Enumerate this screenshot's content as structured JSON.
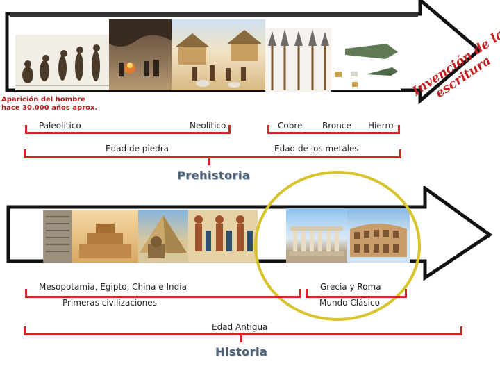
{
  "prehistory": {
    "origin_line1": "Aparición del hombre",
    "origin_line2": "hace 30.000 años aprox.",
    "writing_line1": "Invención de la",
    "writing_line2": "escritura",
    "periods": [
      "Paleolítico",
      "Neolítico",
      "Cobre",
      "Bronce",
      "Hierro"
    ],
    "ages": [
      "Edad de piedra",
      "Edad de los metales"
    ],
    "title": "Prehistoria"
  },
  "history": {
    "regions": [
      "Mesopotamia, Egipto, China e India",
      "Grecia y Roma"
    ],
    "groups": [
      "Primeras civilizaciones",
      "Mundo Clásico"
    ],
    "age": "Edad Antigua",
    "title": "Historia"
  },
  "colors": {
    "bracket": "#d12626",
    "circle": "#d8c32b",
    "arrow_fill": "#ffffff",
    "arrow_stroke": "#111111",
    "title": "#4c5f72"
  }
}
